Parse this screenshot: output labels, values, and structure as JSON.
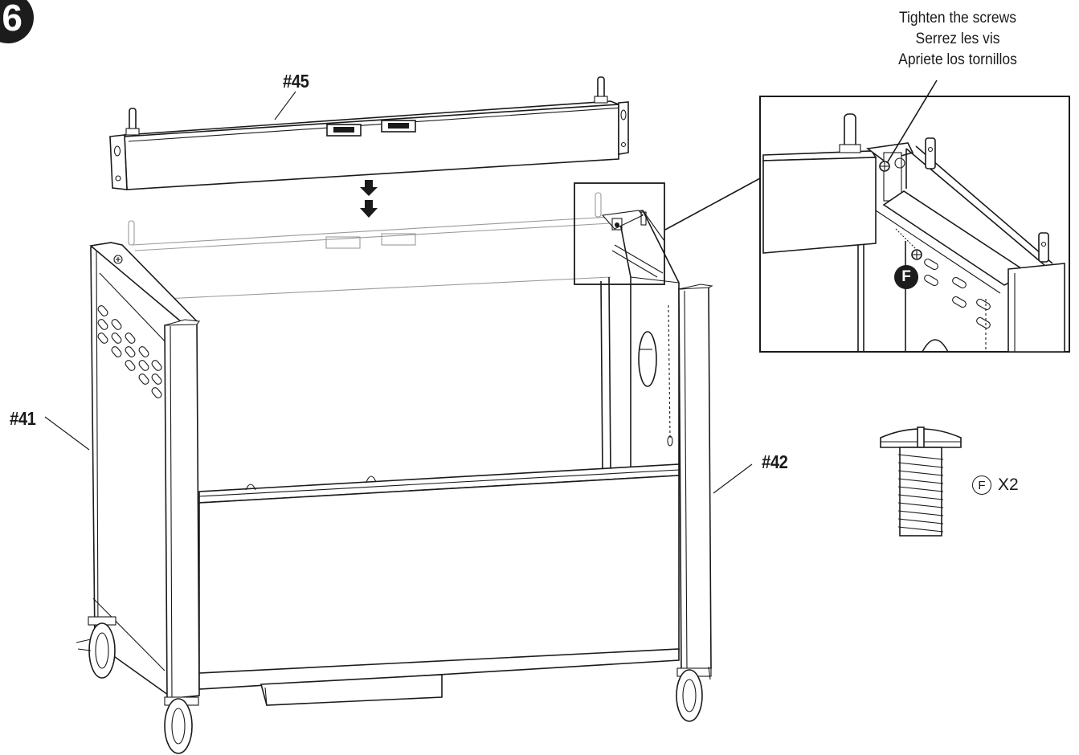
{
  "step": {
    "number": "6"
  },
  "parts": {
    "crossbar": {
      "label": "#45"
    },
    "left_side_panel": {
      "label": "#41"
    },
    "right_side_panel": {
      "label": "#42"
    }
  },
  "callout": {
    "lines": [
      "Tighten the screws",
      "Serrez les vis",
      "Apriete los tornillos"
    ]
  },
  "hardware": {
    "letter": "F",
    "quantity": "X2",
    "type": "slotted pan-head screw"
  },
  "detail_marker": {
    "letter": "F"
  },
  "colors": {
    "line": "#1a1a1a",
    "background": "#ffffff",
    "badge": "#1c1c1c"
  }
}
